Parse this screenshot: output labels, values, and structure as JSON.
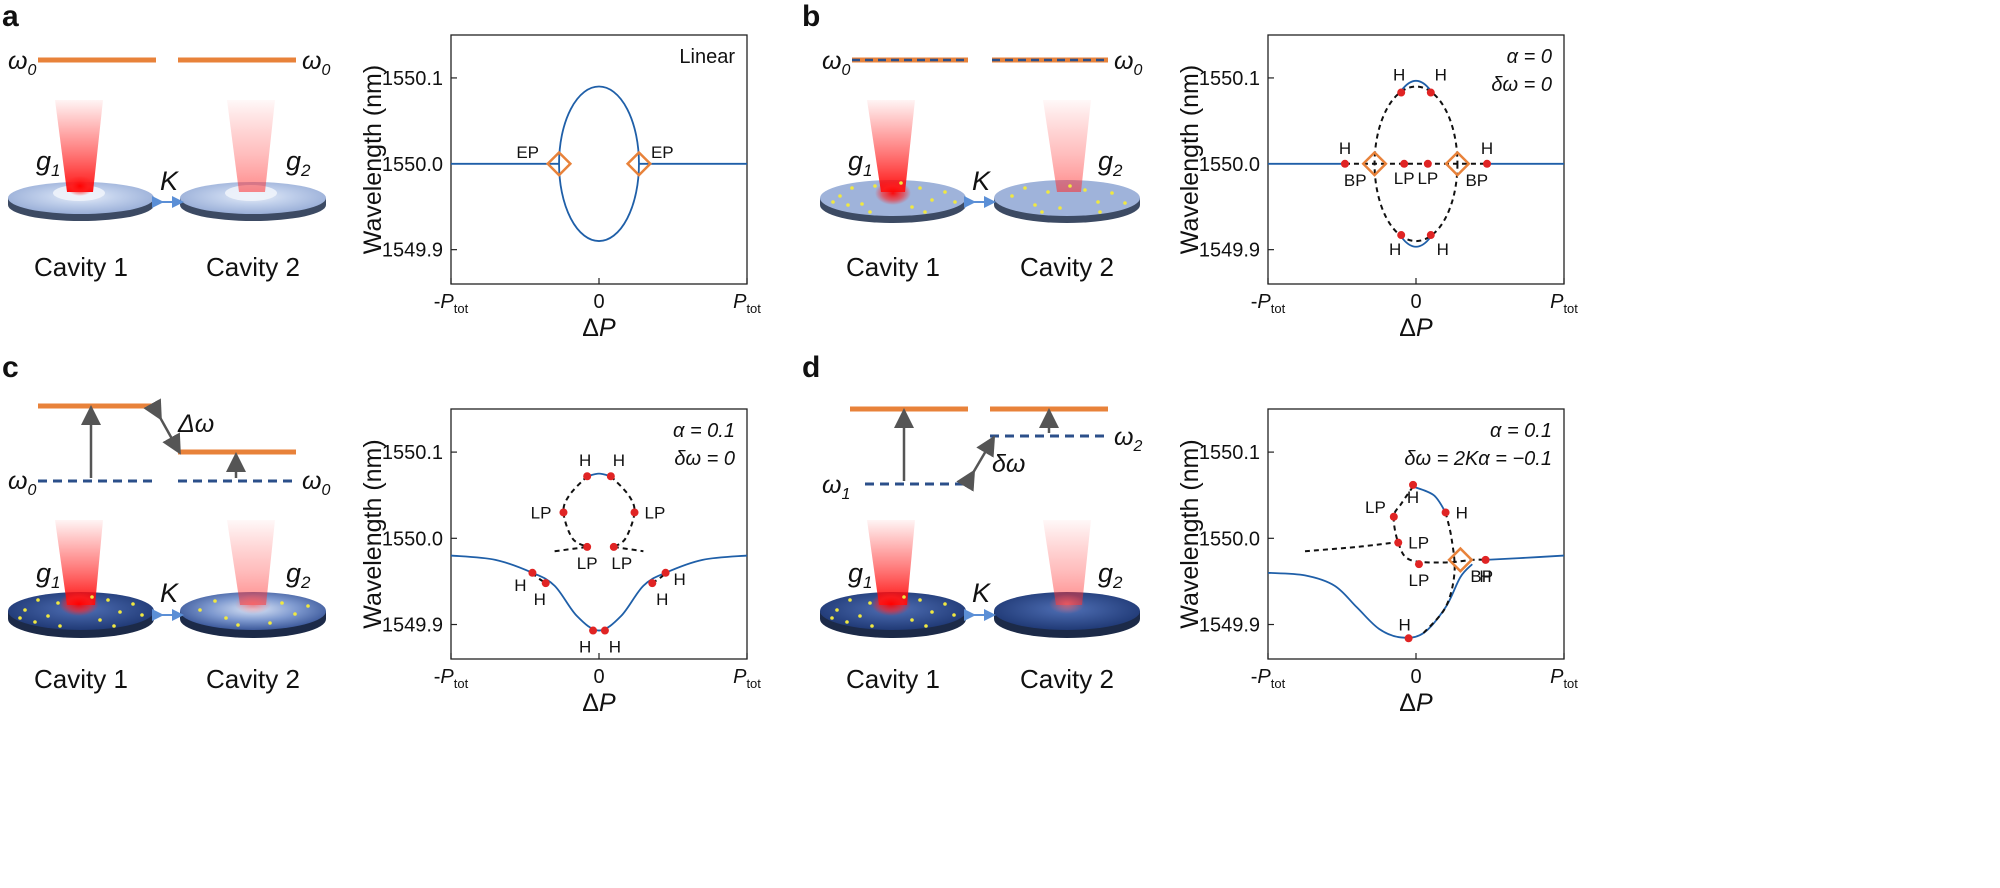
{
  "panels": [
    {
      "letter": "a",
      "levels": {
        "left_label": "ω",
        "right_label": "ω",
        "left_sub": "0",
        "right_sub": "0",
        "delta": ""
      },
      "cavities": {
        "g1": "g",
        "g1_sub": "1",
        "g2": "g",
        "g2_sub": "2",
        "k": "K",
        "cav1": "Cavity 1",
        "cav2": "Cavity 2"
      },
      "chart": {
        "note1": "Linear",
        "note2": ""
      }
    },
    {
      "letter": "b",
      "levels": {
        "left_label": "ω",
        "right_label": "ω",
        "left_sub": "0",
        "right_sub": "0",
        "delta": ""
      },
      "cavities": {
        "g1": "g",
        "g1_sub": "1",
        "g2": "g",
        "g2_sub": "2",
        "k": "K",
        "cav1": "Cavity 1",
        "cav2": "Cavity 2"
      },
      "chart": {
        "note1": "α = 0",
        "note2": "δω = 0"
      }
    },
    {
      "letter": "c",
      "levels": {
        "left_label": "ω",
        "right_label": "ω",
        "left_sub": "0",
        "right_sub": "0",
        "delta": "Δω"
      },
      "cavities": {
        "g1": "g",
        "g1_sub": "1",
        "g2": "g",
        "g2_sub": "2",
        "k": "K",
        "cav1": "Cavity 1",
        "cav2": "Cavity 2"
      },
      "chart": {
        "note1": "α = 0.1",
        "note2": "δω = 0"
      }
    },
    {
      "letter": "d",
      "levels": {
        "left_label": "ω",
        "right_label": "ω",
        "left_sub": "1",
        "right_sub": "2",
        "delta": "δω"
      },
      "cavities": {
        "g1": "g",
        "g1_sub": "1",
        "g2": "g",
        "g2_sub": "2",
        "k": "K",
        "cav1": "Cavity 1",
        "cav2": "Cavity 2"
      },
      "chart": {
        "note1": "α = 0.1",
        "note2": "δω = 2Kα = −0.1"
      }
    }
  ],
  "chart_data": [
    {
      "type": "line",
      "panel": "a",
      "xlabel": "ΔP",
      "ylabel": "Wavelength (nm)",
      "x_ticks": [
        "-Ptot",
        "0",
        "Ptot"
      ],
      "y_ticks": [
        "1549.9",
        "1550.0",
        "1550.1"
      ],
      "xlim": [
        -1,
        1
      ],
      "ylim": [
        1549.86,
        1550.15
      ],
      "annotation": "Linear",
      "series": [
        {
          "style": "solid",
          "points": [
            [
              -1,
              1550.0
            ],
            [
              -0.27,
              1550.0
            ]
          ]
        },
        {
          "style": "solid",
          "points": [
            [
              0.27,
              1550.0
            ],
            [
              1,
              1550.0
            ]
          ]
        },
        {
          "style": "solid",
          "ellipse": {
            "cx": 0,
            "cy": 1550.0,
            "rx": 0.27,
            "ry": 0.09
          }
        }
      ],
      "markers": [
        {
          "type": "diamond",
          "x": -0.27,
          "y": 1550.0,
          "label": "EP"
        },
        {
          "type": "diamond",
          "x": 0.27,
          "y": 1550.0,
          "label": "EP"
        }
      ]
    },
    {
      "type": "line",
      "panel": "b",
      "xlabel": "ΔP",
      "ylabel": "Wavelength (nm)",
      "x_ticks": [
        "-Ptot",
        "0",
        "Ptot"
      ],
      "y_ticks": [
        "1549.9",
        "1550.0",
        "1550.1"
      ],
      "xlim": [
        -1,
        1
      ],
      "ylim": [
        1549.86,
        1550.15
      ],
      "annotation": [
        "α = 0",
        "δω = 0"
      ],
      "series": [
        {
          "style": "solid",
          "points": [
            [
              -1,
              1550.0
            ],
            [
              -0.48,
              1550.0
            ]
          ]
        },
        {
          "style": "solid",
          "points": [
            [
              0.48,
              1550.0
            ],
            [
              1,
              1550.0
            ]
          ]
        },
        {
          "style": "dashed",
          "points": [
            [
              -0.48,
              1550.0
            ],
            [
              0.48,
              1550.0
            ]
          ]
        },
        {
          "style": "dashed",
          "ellipse": {
            "cx": 0,
            "cy": 1550.0,
            "rx": 0.28,
            "ry": 0.09
          }
        },
        {
          "style": "solid",
          "arc": "top",
          "points": [
            [
              -0.1,
              1550.085
            ],
            [
              0.1,
              1550.085
            ]
          ]
        },
        {
          "style": "solid",
          "arc": "bottom",
          "points": [
            [
              -0.1,
              1549.915
            ],
            [
              0.1,
              1549.915
            ]
          ]
        }
      ],
      "markers": [
        {
          "type": "diamond",
          "x": -0.28,
          "y": 1550.0,
          "label": "BP"
        },
        {
          "type": "diamond",
          "x": 0.28,
          "y": 1550.0,
          "label": "BP"
        },
        {
          "type": "dot",
          "x": -0.48,
          "y": 1550.0,
          "label": "H"
        },
        {
          "type": "dot",
          "x": 0.48,
          "y": 1550.0,
          "label": "H"
        },
        {
          "type": "dot",
          "x": -0.08,
          "y": 1550.0,
          "label": "LP"
        },
        {
          "type": "dot",
          "x": 0.08,
          "y": 1550.0,
          "label": "LP"
        },
        {
          "type": "dot",
          "x": -0.1,
          "y": 1550.083,
          "label": "H"
        },
        {
          "type": "dot",
          "x": 0.1,
          "y": 1550.083,
          "label": "H"
        },
        {
          "type": "dot",
          "x": -0.1,
          "y": 1549.917,
          "label": "H"
        },
        {
          "type": "dot",
          "x": 0.1,
          "y": 1549.917,
          "label": "H"
        }
      ]
    },
    {
      "type": "line",
      "panel": "c",
      "xlabel": "ΔP",
      "ylabel": "Wavelength (nm)",
      "x_ticks": [
        "-Ptot",
        "0",
        "Ptot"
      ],
      "y_ticks": [
        "1549.9",
        "1550.0",
        "1550.1"
      ],
      "xlim": [
        -1,
        1
      ],
      "ylim": [
        1549.86,
        1550.15
      ],
      "annotation": [
        "α = 0.1",
        "δω = 0"
      ],
      "series": [
        {
          "style": "solid",
          "name": "",
          "points": [
            [
              -1,
              1549.98
            ],
            [
              -0.7,
              1549.975
            ],
            [
              -0.45,
              1549.96
            ],
            [
              -0.3,
              1549.945
            ],
            [
              -0.15,
              1549.91
            ],
            [
              0,
              1549.893
            ],
            [
              0.15,
              1549.91
            ],
            [
              0.3,
              1549.945
            ],
            [
              0.45,
              1549.96
            ],
            [
              0.7,
              1549.975
            ],
            [
              1,
              1549.98
            ]
          ]
        },
        {
          "style": "dashed",
          "points": [
            [
              -0.45,
              1549.96
            ],
            [
              -0.42,
              1549.955
            ],
            [
              -0.36,
              1549.948
            ]
          ]
        },
        {
          "style": "dashed",
          "points": [
            [
              0.36,
              1549.948
            ],
            [
              0.42,
              1549.955
            ],
            [
              0.45,
              1549.96
            ]
          ]
        },
        {
          "style": "dashed",
          "loop": true,
          "points": [
            [
              -0.08,
              1550.072
            ],
            [
              -0.2,
              1550.05
            ],
            [
              -0.24,
              1550.03
            ],
            [
              -0.18,
              1550.0
            ],
            [
              -0.08,
              1549.99
            ],
            [
              -0.08,
              1549.99
            ]
          ]
        },
        {
          "style": "dashed",
          "points": [
            [
              0.08,
              1550.072
            ],
            [
              0.2,
              1550.05
            ],
            [
              0.24,
              1550.03
            ],
            [
              0.18,
              1550.0
            ],
            [
              0.1,
              1549.99
            ]
          ]
        },
        {
          "style": "dashed",
          "points": [
            [
              -0.3,
              1549.985
            ],
            [
              -0.08,
              1549.99
            ]
          ]
        },
        {
          "style": "dashed",
          "points": [
            [
              0.1,
              1549.99
            ],
            [
              0.3,
              1549.985
            ]
          ]
        },
        {
          "style": "solid",
          "points": [
            [
              -0.08,
              1550.072
            ],
            [
              0,
              1550.075
            ],
            [
              0.08,
              1550.072
            ]
          ]
        }
      ],
      "markers": [
        {
          "type": "dot",
          "x": -0.08,
          "y": 1550.072,
          "label": "H"
        },
        {
          "type": "dot",
          "x": 0.08,
          "y": 1550.072,
          "label": "H"
        },
        {
          "type": "dot",
          "x": -0.24,
          "y": 1550.03,
          "label": "LP"
        },
        {
          "type": "dot",
          "x": 0.24,
          "y": 1550.03,
          "label": "LP"
        },
        {
          "type": "dot",
          "x": -0.08,
          "y": 1549.99,
          "label": "LP"
        },
        {
          "type": "dot",
          "x": 0.1,
          "y": 1549.99,
          "label": "LP"
        },
        {
          "type": "dot",
          "x": -0.45,
          "y": 1549.96,
          "label": "H"
        },
        {
          "type": "dot",
          "x": -0.36,
          "y": 1549.948,
          "label": "H"
        },
        {
          "type": "dot",
          "x": 0.36,
          "y": 1549.948,
          "label": "H"
        },
        {
          "type": "dot",
          "x": 0.45,
          "y": 1549.96,
          "label": "H"
        },
        {
          "type": "dot",
          "x": -0.04,
          "y": 1549.893,
          "label": "H"
        },
        {
          "type": "dot",
          "x": 0.04,
          "y": 1549.893,
          "label": "H"
        }
      ]
    },
    {
      "type": "line",
      "panel": "d",
      "xlabel": "ΔP",
      "ylabel": "Wavelength (nm)",
      "x_ticks": [
        "-Ptot",
        "0",
        "Ptot"
      ],
      "y_ticks": [
        "1549.9",
        "1550.0",
        "1550.1"
      ],
      "xlim": [
        -1,
        1
      ],
      "ylim": [
        1549.86,
        1550.15
      ],
      "annotation": [
        "α = 0.1",
        "δω = 2Kα = −0.1"
      ],
      "series": [
        {
          "style": "solid",
          "points": [
            [
              -1,
              1549.96
            ],
            [
              -0.75,
              1549.957
            ],
            [
              -0.55,
              1549.945
            ],
            [
              -0.4,
              1549.92
            ],
            [
              -0.25,
              1549.895
            ],
            [
              -0.1,
              1549.885
            ],
            [
              0.05,
              1549.89
            ],
            [
              0.2,
              1549.92
            ],
            [
              0.3,
              1549.955
            ],
            [
              0.38,
              1549.97
            ]
          ]
        },
        {
          "style": "solid",
          "points": [
            [
              0.47,
              1549.975
            ],
            [
              0.7,
              1549.977
            ],
            [
              1,
              1549.98
            ]
          ]
        },
        {
          "style": "solid",
          "points": [
            [
              -0.02,
              1550.06
            ],
            [
              0.12,
              1550.05
            ],
            [
              0.2,
              1550.03
            ]
          ]
        },
        {
          "style": "dashed",
          "points": [
            [
              -0.75,
              1549.985
            ],
            [
              -0.4,
              1549.99
            ],
            [
              -0.15,
              1549.995
            ]
          ]
        },
        {
          "style": "dashed",
          "points": [
            [
              -0.02,
              1550.06
            ],
            [
              -0.1,
              1550.04
            ],
            [
              -0.15,
              1550.025
            ],
            [
              -0.12,
              1549.995
            ],
            [
              -0.04,
              1549.975
            ],
            [
              0.2,
              1549.972
            ],
            [
              0.38,
              1549.975
            ],
            [
              0.47,
              1549.975
            ]
          ]
        },
        {
          "style": "dashed",
          "points": [
            [
              0.2,
              1550.03
            ],
            [
              0.24,
              1550.0
            ],
            [
              0.26,
              1549.96
            ],
            [
              0.2,
              1549.92
            ],
            [
              0.05,
              1549.89
            ]
          ]
        }
      ],
      "markers": [
        {
          "type": "diamond",
          "x": 0.3,
          "y": 1549.975,
          "label": "BP"
        },
        {
          "type": "dot",
          "x": -0.02,
          "y": 1550.062,
          "label": "H"
        },
        {
          "type": "dot",
          "x": 0.2,
          "y": 1550.03,
          "label": "H"
        },
        {
          "type": "dot",
          "x": -0.15,
          "y": 1550.025,
          "label": "LP"
        },
        {
          "type": "dot",
          "x": -0.12,
          "y": 1549.995,
          "label": "LP"
        },
        {
          "type": "dot",
          "x": 0.02,
          "y": 1549.97,
          "label": "LP"
        },
        {
          "type": "dot",
          "x": 0.47,
          "y": 1549.975,
          "label": "H"
        },
        {
          "type": "dot",
          "x": -0.05,
          "y": 1549.884,
          "label": "H"
        }
      ]
    }
  ],
  "colors": {
    "level": "#e8823a",
    "dash_level": "#2b4f8a",
    "curve": "#1f5fa8",
    "dot": "#e02424",
    "diamond": "#e8823a",
    "disk_light": "#b8c8e6",
    "disk_dark": "#27468a",
    "beam": "#ff3030",
    "arrow": "#555555"
  }
}
